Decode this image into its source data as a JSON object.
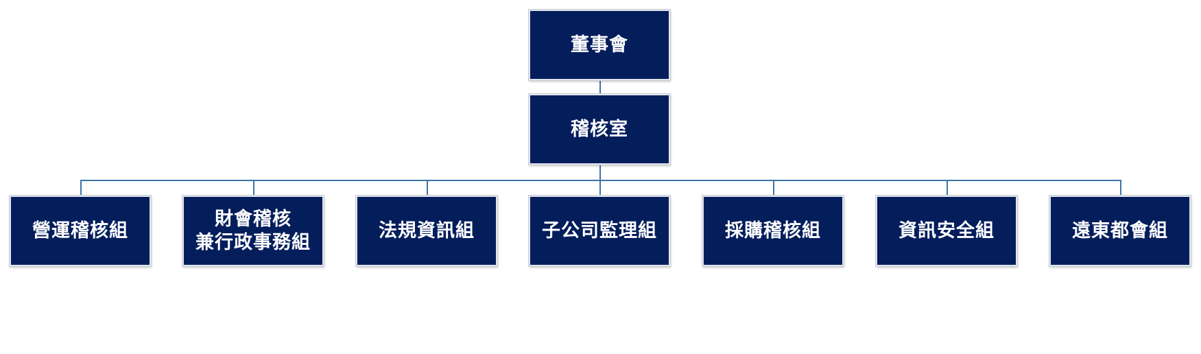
{
  "colors": {
    "box_fill": "#041e5c",
    "box_border": "#e3e6ee",
    "text": "#ffffff",
    "connector": "#3f72a8",
    "background": "#ffffff"
  },
  "org": {
    "board": "董事會",
    "audit_office": "稽核室",
    "units": [
      "營運稽核組",
      "財會稽核\n兼行政事務組",
      "法規資訊組",
      "子公司監理組",
      "採購稽核組",
      "資訊安全組",
      "遠東都會組"
    ]
  }
}
